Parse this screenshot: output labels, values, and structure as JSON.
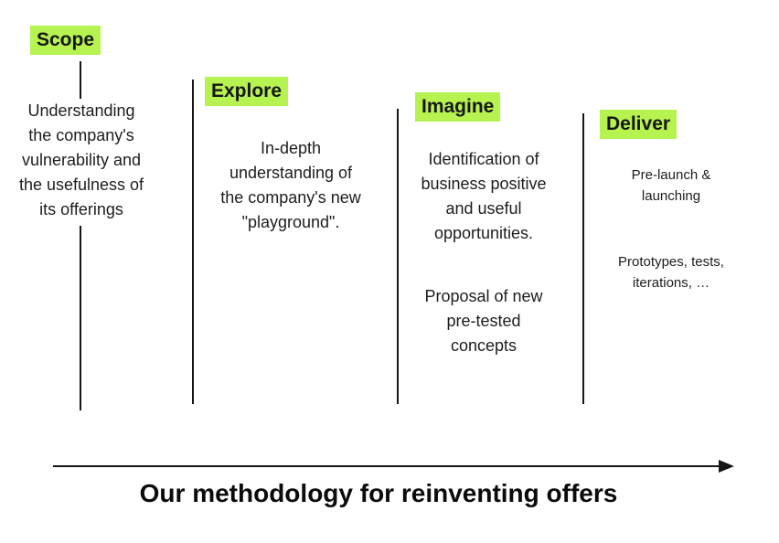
{
  "theme": {
    "highlight_hex": "#b6f250",
    "ink_hex": "#161616",
    "background_hex": "#ffffff"
  },
  "columns": [
    {
      "label": "Scope",
      "paragraphs": [
        [
          "Understanding",
          "the company's",
          "vulnerability and",
          "the usefulness of",
          "its offerings"
        ]
      ]
    },
    {
      "label": "Explore",
      "paragraphs": [
        [
          "In-depth",
          "understanding of",
          "the company's new",
          "\"playground\"."
        ]
      ]
    },
    {
      "label": "Imagine",
      "paragraphs": [
        [
          "Identification of",
          "business positive",
          "and useful",
          "opportunities."
        ],
        [
          "Proposal of new",
          "pre-tested",
          "concepts"
        ]
      ]
    },
    {
      "label": "Deliver",
      "paragraphs": [
        [
          "Pre-launch &",
          "launching"
        ],
        [
          "Prototypes, tests,",
          "iterations, …"
        ]
      ]
    }
  ],
  "arrow": {
    "direction": "right"
  },
  "footer": {
    "title": "Our methodology for reinventing offers"
  }
}
